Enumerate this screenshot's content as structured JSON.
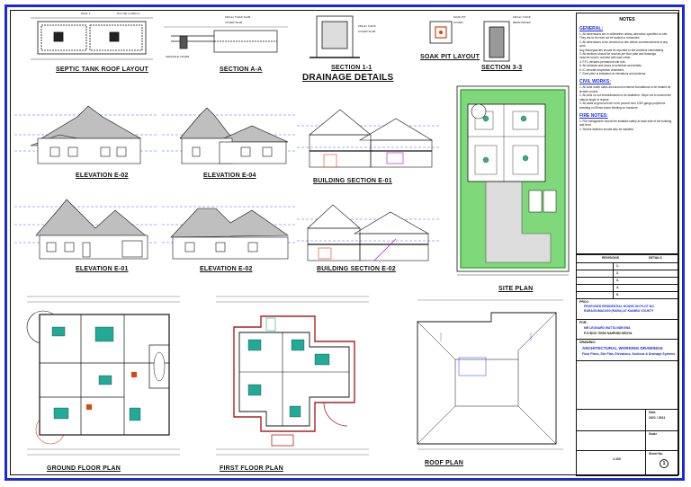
{
  "drawings": {
    "septic": "SEPTIC TANK ROOF LAYOUT",
    "section_aa": "SECTION A-A",
    "section_11": "SECTION 1-1",
    "drainage": "DRAINAGE DETAILS",
    "soak_pit": "SOAK PIT LAYOUT",
    "section_33": "SECTION 3-3",
    "elev_e02": "ELEVATION E-02",
    "elev_e04": "ELEVATION E-04",
    "bs_e01": "BUILDING SECTION E-01",
    "elev_e01": "ELEVATION E-01",
    "elev_e02b": "ELEVATION E-02",
    "bs_e02": "BUILDING SECTION E-02",
    "site": "SITE PLAN",
    "ground": "GROUND FLOOR PLAN",
    "first": "FIRST FLOOR PLAN",
    "roof": "ROOF PLAN"
  },
  "notes": {
    "title": "NOTES",
    "general_h": "GENERAL:",
    "general": [
      "1. All dimensions are in millimetres unless otherwise specified on site.",
      "They are to be read not be scaled or measured.",
      "2. All dimensions to be checked on site before commencement of any work.",
      "Any discrepancies should be reported to the Architect immediately.",
      "3. All sections should be read as per floor plan and drawings.",
      "must be read in connect with each other.",
      "4. F.F.L denotes permanent site unit.",
      "5. All windows and doors to schedule and details.",
      "6. IC denotes inspection chambers.",
      "7. Roof pitch is indicated on elevations and sections."
    ],
    "civil_h": "CIVIL WORKS:",
    "civil": [
      "1. All soils under slabs and around external foundations to be treated for termite control.",
      "2. All soils on cut embankments to be stabilized. Slope not to exceed the natural angle of repose.",
      "3. All slabs at ground level to be poured over 1000 gauge polythene sheeting on 50mm stone blinding on hardcore."
    ],
    "fire_h": "FIRE NOTES:",
    "fire": [
      "1. Fire extinguisher should be installed safely at back side of the building and front.",
      "2. Smoke detector should also be installed."
    ]
  },
  "title_block": {
    "rev_h": "REVISIONS",
    "rev_col": "DETAILS",
    "rev_nums": [
      "1.",
      "2.",
      "3.",
      "4.",
      "5."
    ],
    "proj_label": "PROJ:",
    "proj": "PROPOSED RESIDENTIAL HOUSE ON PLOT NO. RARA/GUMA/1000 (RARA) AT KIAMBU COUNTY",
    "client_label": "FOR:",
    "client": "MR LEONARD WATTA NDEGWA",
    "client_sub": "P.O BOX 70000 NAIROBI KENYA",
    "drawing_label": "DRAWING:",
    "drawing": "ARCHITECTURAL WORKING DRAWINGS",
    "drawing_sub": "Floor Plans, Site Plan, Elevations, Sections & Drainage Systems",
    "date_label": "Date",
    "date": "2021 / 2011",
    "scale_label": "Scale",
    "scale": "1:100",
    "sheet_label": "Sheet No.",
    "sheet": "1"
  }
}
